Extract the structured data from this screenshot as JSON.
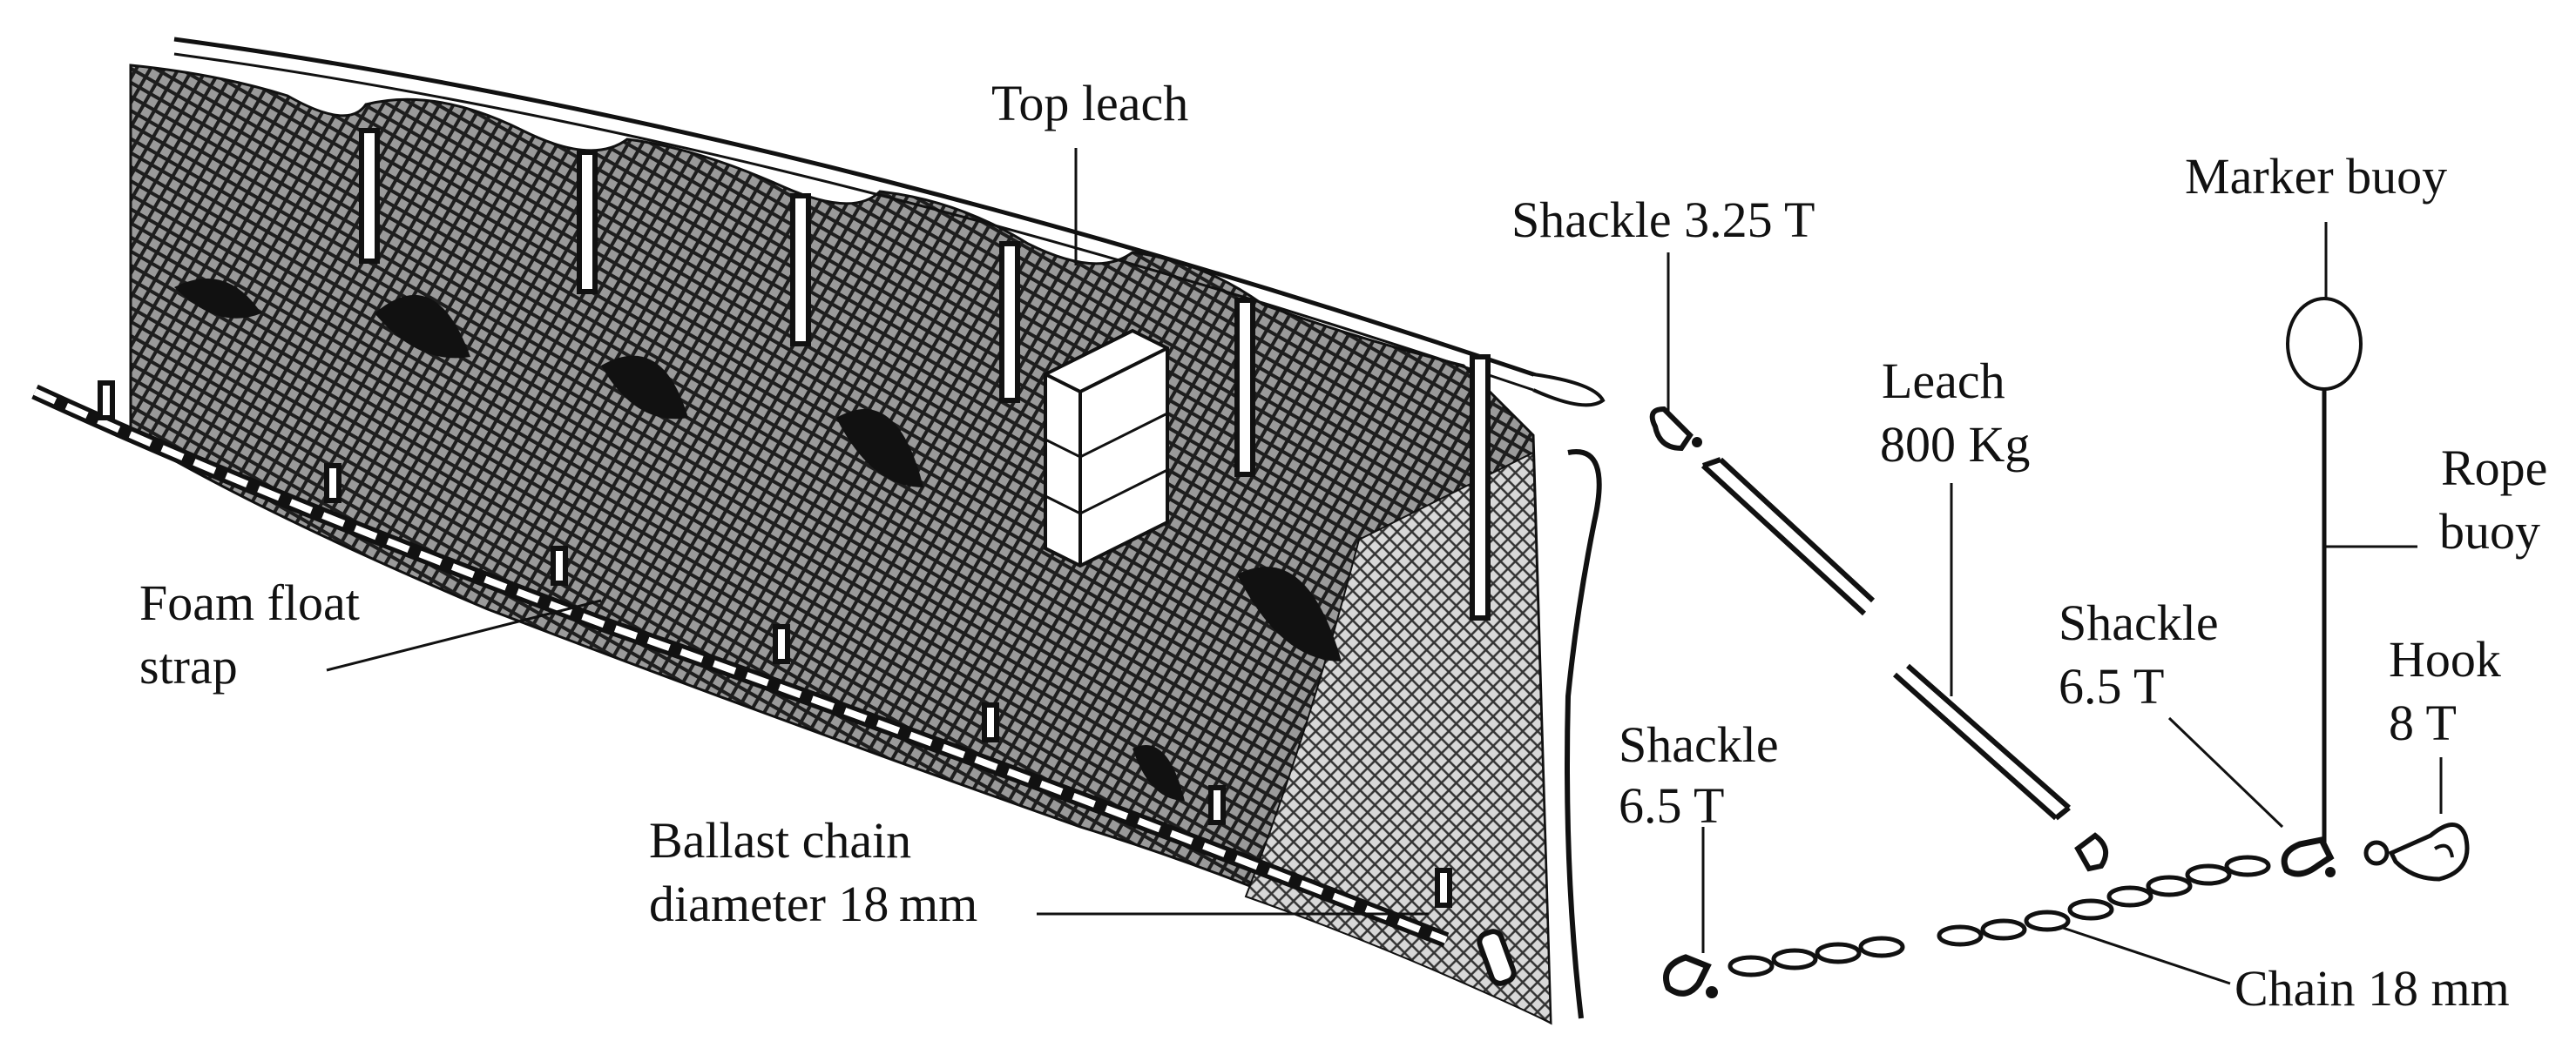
{
  "labels": {
    "top_leach": "Top leach",
    "shackle_325": "Shackle 3.25 T",
    "marker_buoy": "Marker buoy",
    "leach_line1": "Leach",
    "leach_line2": "800 Kg",
    "rope_buoy_line1": "Rope",
    "rope_buoy_line2": "buoy",
    "foam_float_line1": "Foam float",
    "foam_float_line2": "strap",
    "shackle_65_right_line1": "Shackle",
    "shackle_65_right_line2": "6.5 T",
    "hook_line1": "Hook",
    "hook_line2": "8 T",
    "shackle_65_left_line1": "Shackle",
    "shackle_65_left_line2": "6.5 T",
    "ballast_line1": "Ballast chain",
    "ballast_line2": "diameter 18 mm",
    "chain_18": "Chain 18 mm"
  },
  "colors": {
    "ink": "#111111",
    "net_dark": "#2e2e2e",
    "net_light": "#8a8a8a",
    "background": "#ffffff"
  }
}
